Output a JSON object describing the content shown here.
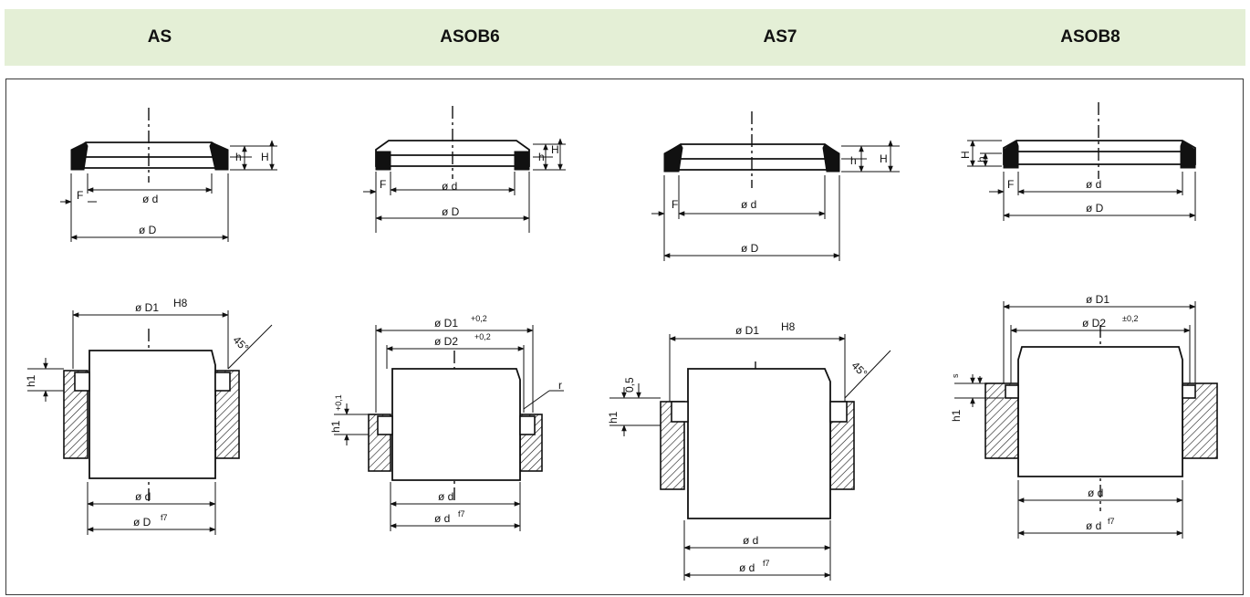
{
  "header": {
    "background": "#e4efd6",
    "columns": [
      "AS",
      "ASOB6",
      "AS7",
      "ASOB8"
    ]
  },
  "labels": {
    "as": {
      "d": "ø d",
      "D": "ø D",
      "F": "F",
      "h": "h",
      "H": "H",
      "D1": "ø D1",
      "D1_tol": "H8",
      "angle": "45°",
      "h1": "h1",
      "d2": "ø d",
      "D2": "ø D",
      "D2_tol": "f7"
    },
    "asob6": {
      "d": "ø d",
      "D": "ø D",
      "F": "F",
      "h": "h",
      "H": "H",
      "D1": "ø D1",
      "D1_tol": "+0,2",
      "D2": "ø D2",
      "D2_tol": "+0,2",
      "r": "r",
      "tol_h1": "+0,1",
      "h1": "h1",
      "d2": "ø d",
      "df": "ø d",
      "df_tol": "f7"
    },
    "as7": {
      "d": "ø d",
      "D": "ø D",
      "F": "F",
      "h": "h",
      "H": "H",
      "D1": "ø D1",
      "D1_tol": "H8",
      "angle": "45°",
      "g": "0,5",
      "h1": "h1",
      "d2": "ø d",
      "df": "ø d",
      "df_tol": "f7"
    },
    "asob8": {
      "d": "ø d",
      "D": "ø D",
      "F": "F",
      "h": "h",
      "H": "H",
      "D1": "ø D1",
      "D2": "ø D2",
      "D2_tol": "±0,2",
      "s": "s",
      "h1": "h1",
      "d2": "ø d",
      "df": "ø d",
      "df_tol": "f7"
    }
  }
}
